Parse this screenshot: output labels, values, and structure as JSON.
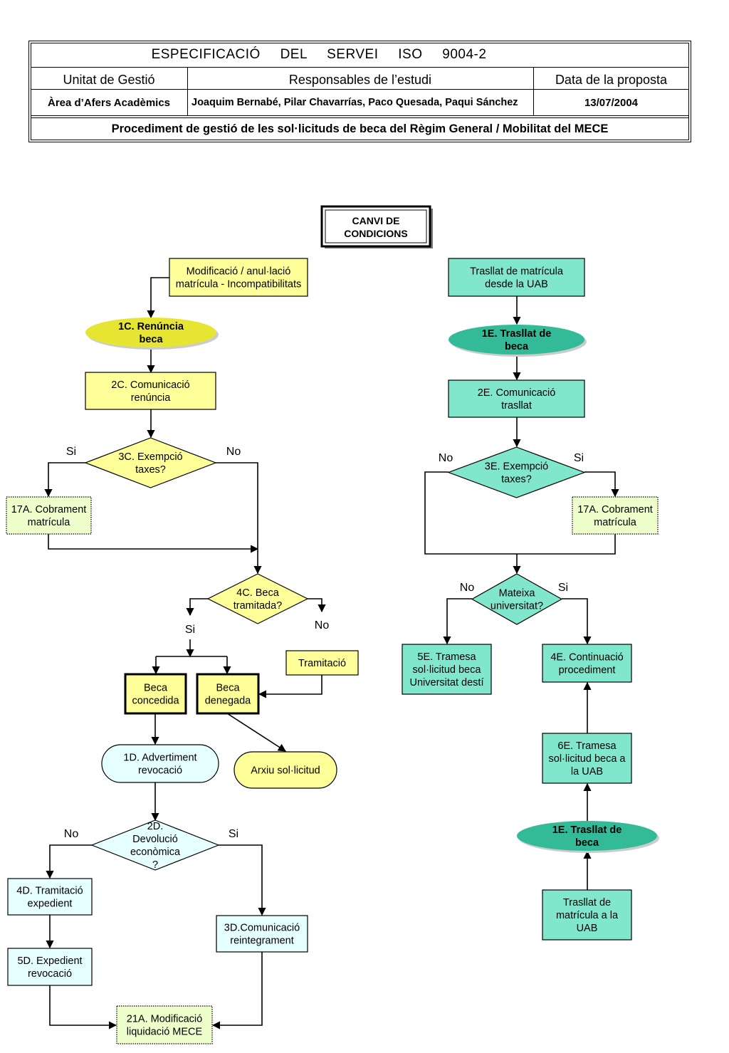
{
  "header": {
    "title": "ESPECIFICACIÓ DEL SERVEI ISO 9004-2",
    "unit_label": "Unitat de Gestió",
    "responsible_label": "Responsables de l’estudi",
    "date_label": "Data de la proposta",
    "unit_value": "Àrea d’Afers Acadèmics",
    "responsible_value": "Joaquim Bernabé, Pilar Chavarrías, Paco Quesada, Paqui Sánchez",
    "date_value": "13/07/2004",
    "procedure": "Procediment de gestió de les sol·licituds de beca del Règim General / Mobilitat del MECE"
  },
  "colors": {
    "yellow": "#FFFF99",
    "yellow_ellipse": "#E6E632",
    "teal": "#80E6CC",
    "teal_ellipse": "#33BB99",
    "light_green": "#EEFFCC",
    "light_cyan": "#E6FFFF"
  },
  "diagram": {
    "title_box": [
      "CANVI DE",
      "CONDICIONS"
    ],
    "nodes": [
      {
        "id": "mod",
        "lines": [
          "Modificació / anul·lació",
          "matrícula - Incompatibilitats"
        ]
      },
      {
        "id": "c1",
        "lines": [
          "1C. Renúncia",
          "beca"
        ]
      },
      {
        "id": "c2",
        "lines": [
          "2C. Comunicació",
          "renúncia"
        ]
      },
      {
        "id": "c3",
        "lines": [
          "3C. Exempció",
          "taxes?"
        ]
      },
      {
        "id": "a17l",
        "lines": [
          "17A. Cobrament",
          "matrícula"
        ]
      },
      {
        "id": "c4",
        "lines": [
          "4C. Beca",
          "tramitada?"
        ]
      },
      {
        "id": "tram",
        "lines": [
          "Tramitació"
        ]
      },
      {
        "id": "conc",
        "lines": [
          "Beca",
          "concedida"
        ]
      },
      {
        "id": "den",
        "lines": [
          "Beca",
          "denegada"
        ]
      },
      {
        "id": "d1",
        "lines": [
          "1D. Advertiment",
          "revocació"
        ]
      },
      {
        "id": "arx",
        "lines": [
          "Arxiu sol·licitud"
        ]
      },
      {
        "id": "d2",
        "lines": [
          "2D.",
          "Devolució",
          "econòmica",
          "?"
        ]
      },
      {
        "id": "d4",
        "lines": [
          "4D. Tramitació",
          "expedient"
        ]
      },
      {
        "id": "d3",
        "lines": [
          "3D.Comunicació",
          "reintegrament"
        ]
      },
      {
        "id": "d5",
        "lines": [
          "5D. Expedient",
          "revocació"
        ]
      },
      {
        "id": "a21",
        "lines": [
          "21A. Modificació",
          "liquidació MECE"
        ]
      },
      {
        "id": "tr1",
        "lines": [
          "Trasllat de matrícula",
          "desde la UAB"
        ]
      },
      {
        "id": "e1t",
        "lines": [
          "1E. Trasllat de",
          "beca"
        ]
      },
      {
        "id": "e2",
        "lines": [
          "2E. Comunicació",
          "trasllat"
        ]
      },
      {
        "id": "e3",
        "lines": [
          "3E. Exempció",
          "taxes?"
        ]
      },
      {
        "id": "a17r",
        "lines": [
          "17A. Cobrament",
          "matrícula"
        ]
      },
      {
        "id": "mat",
        "lines": [
          "Mateixa",
          "universitat?"
        ]
      },
      {
        "id": "e5",
        "lines": [
          "5E. Tramesa",
          "sol·licitud beca",
          "Universitat destí"
        ]
      },
      {
        "id": "e4",
        "lines": [
          "4E. Continuació",
          "procediment"
        ]
      },
      {
        "id": "e6",
        "lines": [
          "6E. Tramesa",
          "sol·licitud beca a",
          "la UAB"
        ]
      },
      {
        "id": "e1b",
        "lines": [
          "1E. Trasllat de",
          "beca"
        ]
      },
      {
        "id": "tr2",
        "lines": [
          "Trasllat de",
          "matrícula a la",
          "UAB"
        ]
      }
    ],
    "labels": {
      "c3_yes": "Si",
      "c3_no": "No",
      "c4_yes": "Si",
      "c4_no": "No",
      "d2_no": "No",
      "d2_yes": "Si",
      "e3_no": "No",
      "e3_yes": "Si",
      "mat_no": "No",
      "mat_yes": "Si"
    }
  }
}
